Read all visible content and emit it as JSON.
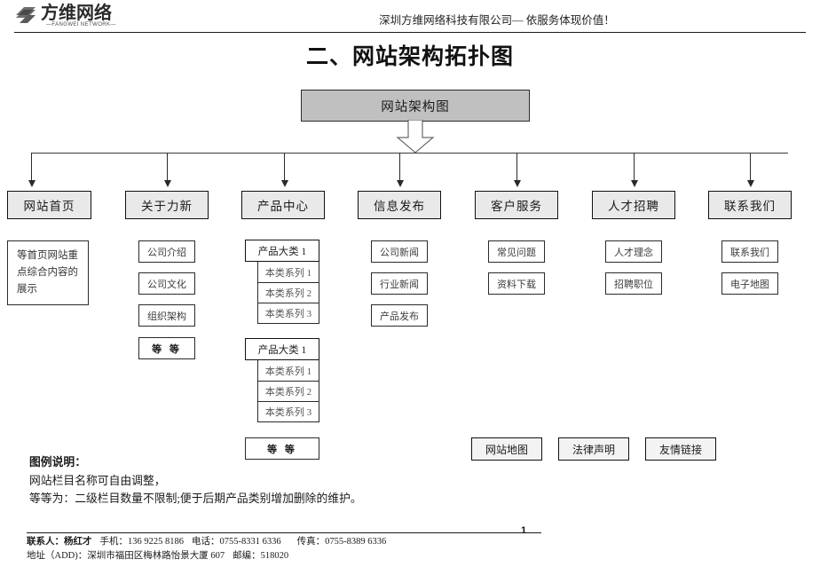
{
  "header": {
    "logo_cn": "方维网络",
    "logo_en": "—FANGWEI NETWORK—",
    "company_line": "深圳方维网络科技有限公司—  依服务体现价值！"
  },
  "document": {
    "title": "二、网站架构拓扑图",
    "root_node": "网站架构图",
    "page_number": "1"
  },
  "columns": [
    {
      "title": "网站首页",
      "note": "等首页网站重点综合内容的展示",
      "items": []
    },
    {
      "title": "关于力新",
      "items": [
        "公司介绍",
        "公司文化",
        "组织架构"
      ],
      "etc": "等  等"
    },
    {
      "title": "产品中心",
      "groups": [
        {
          "head": "产品大类 1",
          "subs": [
            "本类系列 1",
            "本类系列 2",
            "本类系列 3"
          ]
        },
        {
          "head": "产品大类 1",
          "subs": [
            "本类系列 1",
            "本类系列 2",
            "本类系列 3"
          ]
        }
      ],
      "etc": "等  等"
    },
    {
      "title": "信息发布",
      "items": [
        "公司新闻",
        "行业新闻",
        "产品发布"
      ]
    },
    {
      "title": "客户服务",
      "items": [
        "常见问题",
        "资料下载"
      ]
    },
    {
      "title": "人才招聘",
      "items": [
        "人才理念",
        "招聘职位"
      ]
    },
    {
      "title": "联系我们",
      "items": [
        "联系我们",
        "电子地图"
      ]
    }
  ],
  "bottom_links": [
    "网站地图",
    "法律声明",
    "友情链接"
  ],
  "legend": {
    "title": "图例说明：",
    "line1": "网站栏目名称可自由调整，",
    "line2": "等等为：二级栏目数量不限制;便于后期产品类别增加删除的维护。"
  },
  "footer": {
    "contact_label": "联系人：",
    "contact_name": "杨红才",
    "mobile_label": "手机：",
    "mobile": "136 9225 8186",
    "tel_label": "电话：",
    "tel": "0755-8331 6336",
    "fax_label": "传真：",
    "fax": "0755-8389 6336",
    "address_label": "地址（ADD)：",
    "address": "深圳市福田区梅林路怡景大厦 607",
    "zip_label": "邮编：",
    "zip": "518020"
  },
  "colors": {
    "root_fill": "#c0c0c0",
    "category_fill": "#e9e9e9",
    "line": "#2a2a2a"
  }
}
